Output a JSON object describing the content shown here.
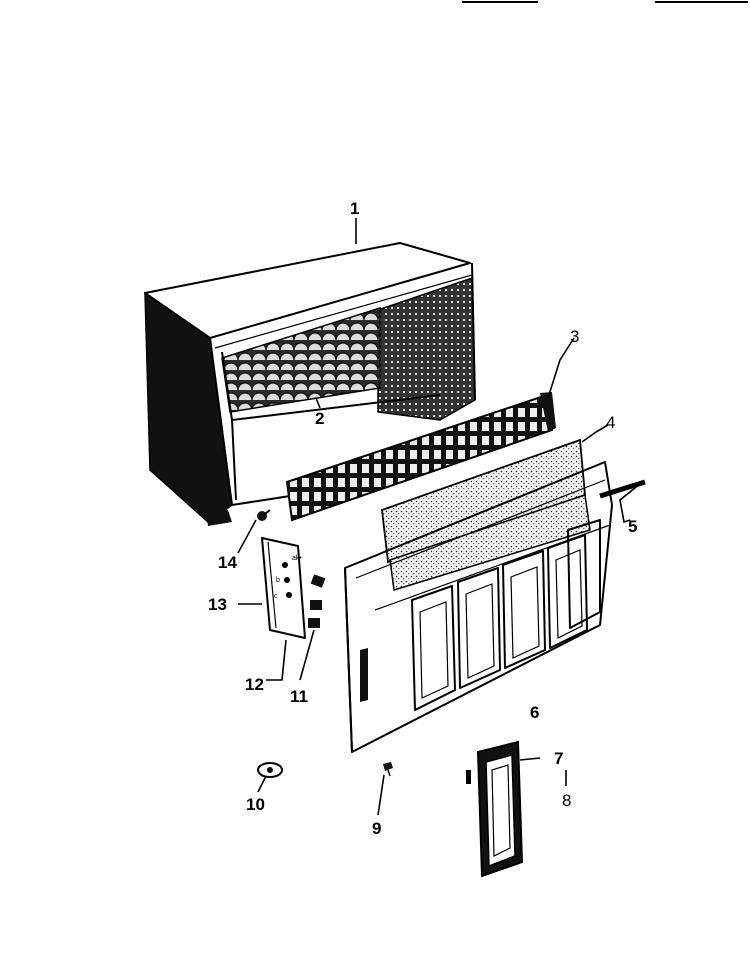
{
  "parts": [
    {
      "id": "part-1",
      "label": "1"
    },
    {
      "id": "part-2",
      "label": "2"
    },
    {
      "id": "part-3",
      "label": "3"
    },
    {
      "id": "part-4",
      "label": "4"
    },
    {
      "id": "part-5",
      "label": "5"
    },
    {
      "id": "part-6",
      "label": "6"
    },
    {
      "id": "part-7",
      "label": "7"
    },
    {
      "id": "part-8",
      "label": "8"
    },
    {
      "id": "part-9",
      "label": "9"
    },
    {
      "id": "part-10",
      "label": "10"
    },
    {
      "id": "part-11",
      "label": "11"
    },
    {
      "id": "part-12",
      "label": "12"
    },
    {
      "id": "part-13",
      "label": "13"
    },
    {
      "id": "part-14",
      "label": "14"
    }
  ],
  "colors": {
    "ink": "#000000",
    "paper": "#ffffff"
  }
}
